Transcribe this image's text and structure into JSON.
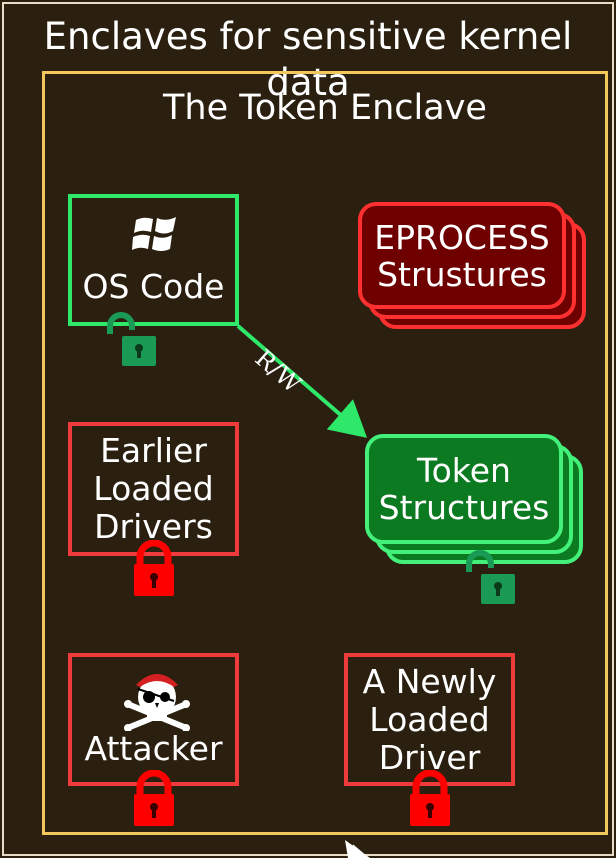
{
  "title": "Enclaves for sensitive kernel data",
  "enclave": {
    "title": "The Token Enclave"
  },
  "boxes": {
    "os_code": {
      "label": "OS Code",
      "icon": "windows-logo-icon",
      "lock": "unlocked"
    },
    "earlier_drivers": {
      "line1": "Earlier",
      "line2": "Loaded",
      "line3": "Drivers",
      "lock": "locked"
    },
    "attacker": {
      "label": "Attacker",
      "icon": "pirate-skull-icon",
      "lock": "locked"
    },
    "new_driver": {
      "line1": "A Newly",
      "line2": "Loaded",
      "line3": "Driver",
      "lock": "locked"
    },
    "eprocess": {
      "line1": "EPROCESS",
      "line2": "Strustures"
    },
    "token": {
      "line1": "Token",
      "line2": "Structures",
      "lock": "unlocked"
    }
  },
  "arrow": {
    "label": "R/W"
  },
  "colors": {
    "background": "#2b2010",
    "enclave_border": "#f2c75c",
    "green": "#2ee86a",
    "red": "#ef3b3b",
    "lock_green": "#1a9a55",
    "lock_red": "#ff0000"
  }
}
